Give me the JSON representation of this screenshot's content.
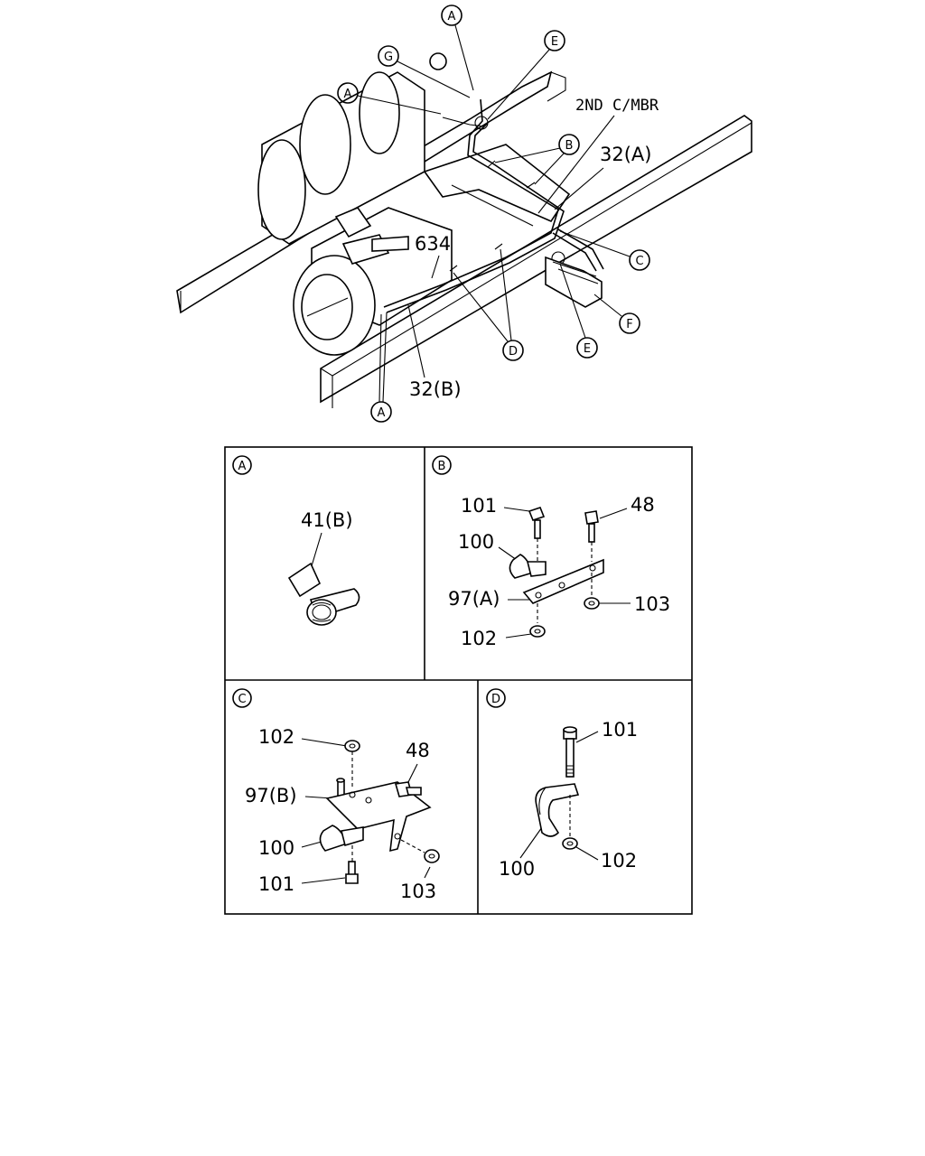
{
  "overview": {
    "callouts": {
      "a_top": "A",
      "e_top": "E",
      "g": "G",
      "a_left": "A",
      "b": "B",
      "c": "C",
      "f": "F",
      "e_bottom": "E",
      "d": "D",
      "a_bottom": "A"
    },
    "labels": {
      "crossmember": "2ND C/MBR",
      "pipe_a": "32(A)",
      "part_634": "634",
      "pipe_b": "32(B)"
    }
  },
  "detail_a": {
    "id": "A",
    "parts": {
      "clip": "41(B)"
    }
  },
  "detail_b": {
    "id": "B",
    "parts": {
      "bolt_101": "101",
      "bolt_48": "48",
      "clamp_100": "100",
      "bracket_97a": "97(A)",
      "nut_103": "103",
      "nut_102": "102"
    }
  },
  "detail_c": {
    "id": "C",
    "parts": {
      "nut_102": "102",
      "bolt_48": "48",
      "bracket_97b": "97(B)",
      "clamp_100": "100",
      "bolt_101": "101",
      "nut_103": "103"
    }
  },
  "detail_d": {
    "id": "D",
    "parts": {
      "bolt_101": "101",
      "clamp_100": "100",
      "nut_102": "102"
    }
  }
}
